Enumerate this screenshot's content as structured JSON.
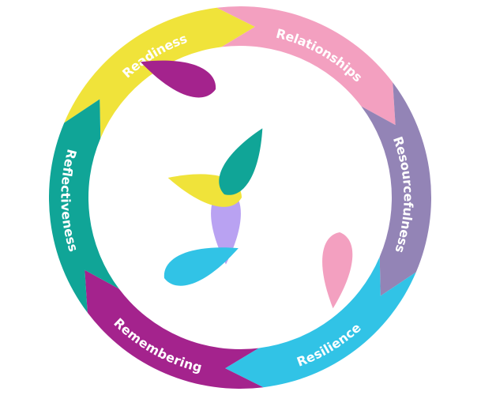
{
  "segments": [
    {
      "id": "readiness",
      "label": "Readiness",
      "color": "#f0e33a"
    },
    {
      "id": "relationships",
      "label": "Relationships",
      "color": "#f3a0c0"
    },
    {
      "id": "resourcefulness",
      "label": "Resourcefulness",
      "color": "#9384b6"
    },
    {
      "id": "resilience",
      "label": "Resilience",
      "color": "#31c3e6"
    },
    {
      "id": "remembering",
      "label": "Remembering",
      "color": "#a4238d"
    },
    {
      "id": "reflectiveness",
      "label": "Reflectiveness",
      "color": "#10a597"
    }
  ],
  "petals": [
    {
      "id": "purple",
      "color": "#b9a2f2"
    },
    {
      "id": "yellow",
      "color": "#f0e33a"
    },
    {
      "id": "teal",
      "color": "#10a597"
    },
    {
      "id": "magenta",
      "color": "#a4238d"
    },
    {
      "id": "pink",
      "color": "#f3a0c0"
    },
    {
      "id": "cyan",
      "color": "#31c3e6"
    }
  ]
}
